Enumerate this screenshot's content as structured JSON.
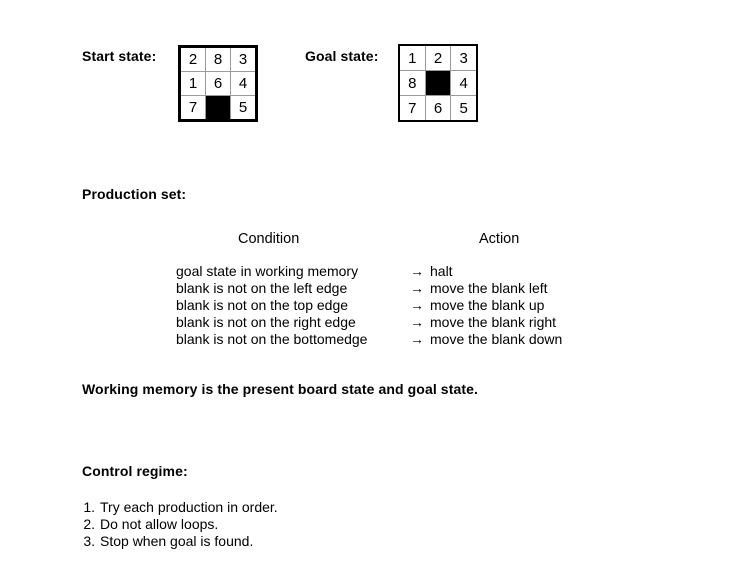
{
  "start_state": {
    "label": "Start state:",
    "rows": [
      [
        "2",
        "8",
        "3"
      ],
      [
        "1",
        "6",
        "4"
      ],
      [
        "7",
        "",
        "5"
      ]
    ],
    "blank_cells": [
      [
        2,
        1
      ]
    ]
  },
  "goal_state": {
    "label": "Goal state:",
    "rows": [
      [
        "1",
        "2",
        "3"
      ],
      [
        "8",
        "",
        "4"
      ],
      [
        "7",
        "6",
        "5"
      ]
    ],
    "blank_cells": [
      [
        1,
        1
      ]
    ]
  },
  "production_set": {
    "label": "Production set:",
    "column_headers": {
      "condition": "Condition",
      "action": "Action"
    },
    "arrow": "→",
    "rules": [
      {
        "condition": "goal state in working memory",
        "action": "halt"
      },
      {
        "condition": "blank is not on the left edge",
        "action": "move the blank left"
      },
      {
        "condition": "blank is not on the top edge",
        "action": "move the blank up"
      },
      {
        "condition": "blank is not on the right edge",
        "action": "move the blank right"
      },
      {
        "condition": "blank is not on the bottomedge",
        "action": "move the blank down"
      }
    ]
  },
  "working_memory": {
    "text": "Working memory is the present board state and goal state."
  },
  "control_regime": {
    "label": "Control regime:",
    "items": [
      {
        "number": "1.",
        "text": "Try each production in order."
      },
      {
        "number": "2.",
        "text": "Do not allow loops."
      },
      {
        "number": "3.",
        "text": "Stop when goal is found."
      }
    ]
  },
  "colors": {
    "background": "#ffffff",
    "text": "#000000",
    "grid_line": "#9a9a9a",
    "grid_border": "#000000",
    "blank_tile": "#000000"
  }
}
